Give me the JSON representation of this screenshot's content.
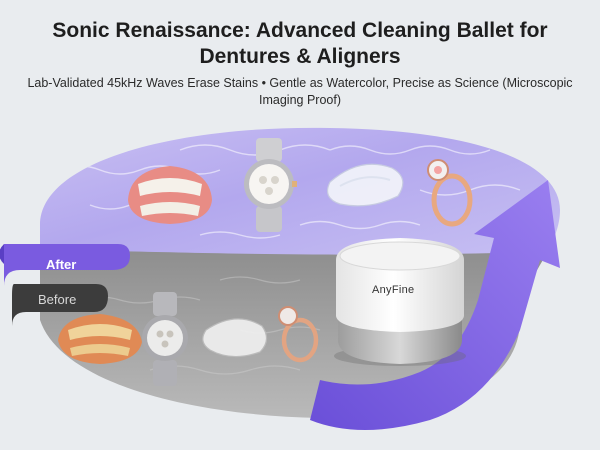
{
  "header": {
    "title": "Sonic Renaissance: Advanced Cleaning Ballet for Dentures & Aligners",
    "subtitle": "Lab-Validated 45kHz Waves Erase Stains • Gentle as Watercolor, Precise as Science (Microscopic Imaging Proof)"
  },
  "labels": {
    "after": "After",
    "before": "Before"
  },
  "device": {
    "brand": "AnyFine"
  },
  "colors": {
    "accent": "#7a5be0",
    "water": "#b7b1f1",
    "gray_water": "#9a9a9a",
    "background": "#e9ecef"
  },
  "icons": [
    "dentures-icon",
    "watch-icon",
    "aligner-icon",
    "ring-icon",
    "ultrasonic-cleaner-icon",
    "up-arrow-icon"
  ]
}
